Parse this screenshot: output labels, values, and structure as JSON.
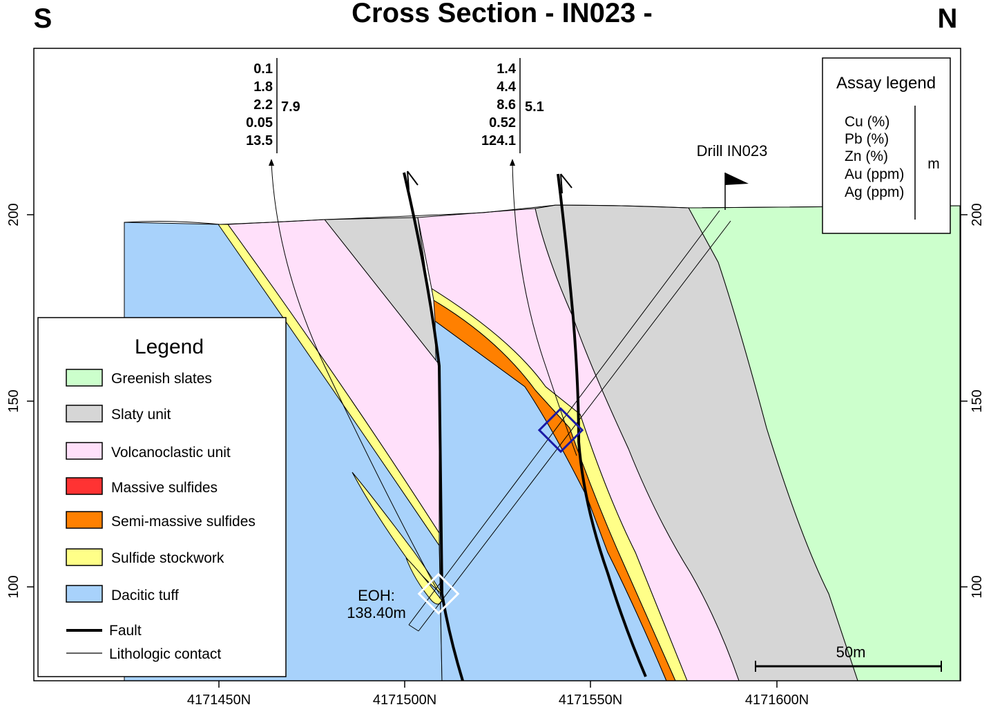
{
  "title": "Cross Section - IN023 -",
  "direction_left": "S",
  "direction_right": "N",
  "x_axis": {
    "ticks": [
      "4171450N",
      "4171500N",
      "4171550N",
      "4171600N"
    ]
  },
  "y_axis": {
    "ticks": [
      "200",
      "150",
      "100"
    ]
  },
  "drill": {
    "label": "Drill IN023"
  },
  "end_of_hole": {
    "line1": "EOH:",
    "line2": "138.40m"
  },
  "scale_bar": {
    "label": "50m"
  },
  "assays": [
    {
      "values": [
        "0.1",
        "1.8",
        "2.2",
        "0.05",
        "13.5"
      ],
      "length": "7.9"
    },
    {
      "values": [
        "1.4",
        "4.4",
        "8.6",
        "0.52",
        "124.1"
      ],
      "length": "5.1"
    }
  ],
  "assay_legend": {
    "title": "Assay legend",
    "items": [
      "Cu (%)",
      "Pb (%)",
      "Zn (%)",
      "Au (ppm)",
      "Ag (ppm)"
    ],
    "unit": "m"
  },
  "legend": {
    "title": "Legend",
    "units": [
      {
        "label": "Greenish slates",
        "color": "#ccffcc"
      },
      {
        "label": "Slaty unit",
        "color": "#d6d6d6"
      },
      {
        "label": "Volcanoclastic unit",
        "color": "#ffe0fa"
      },
      {
        "label": "Massive sulfides",
        "color": "#ff3333"
      },
      {
        "label": "Semi-massive sulfides",
        "color": "#ff8000"
      },
      {
        "label": "Sulfide stockwork",
        "color": "#ffff88"
      },
      {
        "label": "Dacitic tuff",
        "color": "#a8d2fb"
      }
    ],
    "fault_label": "Fault",
    "contact_label": "Lithologic contact"
  }
}
